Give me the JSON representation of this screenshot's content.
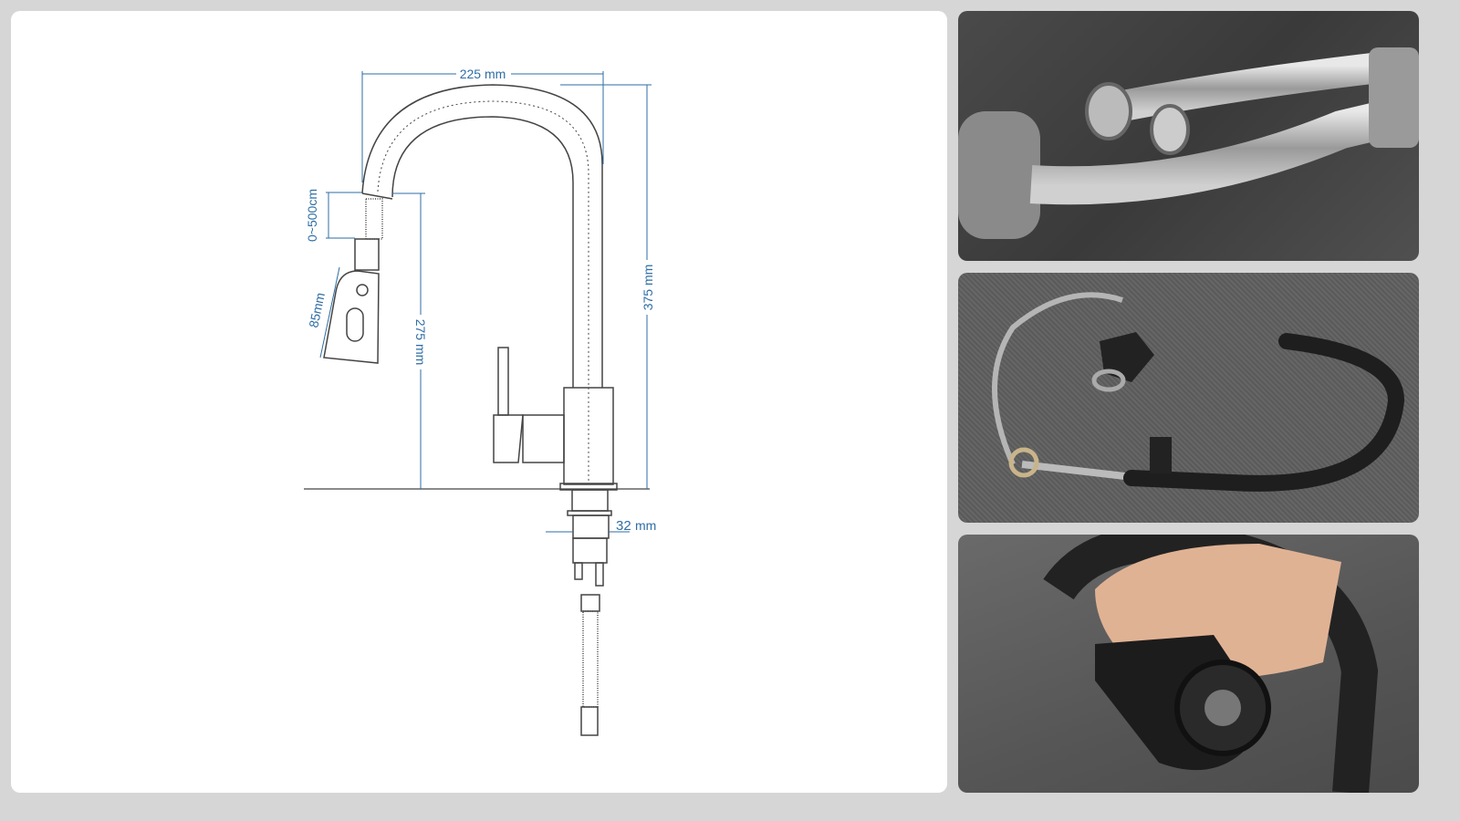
{
  "drawing": {
    "dimensions": {
      "spout_reach": "225 mm",
      "total_height": "375 mm",
      "spout_height": "275 mm",
      "pull_out_length": "0~500cm",
      "spray_head_length": "85mm",
      "mounting_diameter": "32",
      "mounting_diameter_unit": "mm"
    },
    "colors": {
      "dimension": "#2e6da4",
      "line": "#444444"
    }
  },
  "photos": [
    {
      "subject": "braided-supply-hoses-icon"
    },
    {
      "subject": "faucet-parts-layout-icon"
    },
    {
      "subject": "pull-out-spray-head-in-hand-icon"
    }
  ]
}
